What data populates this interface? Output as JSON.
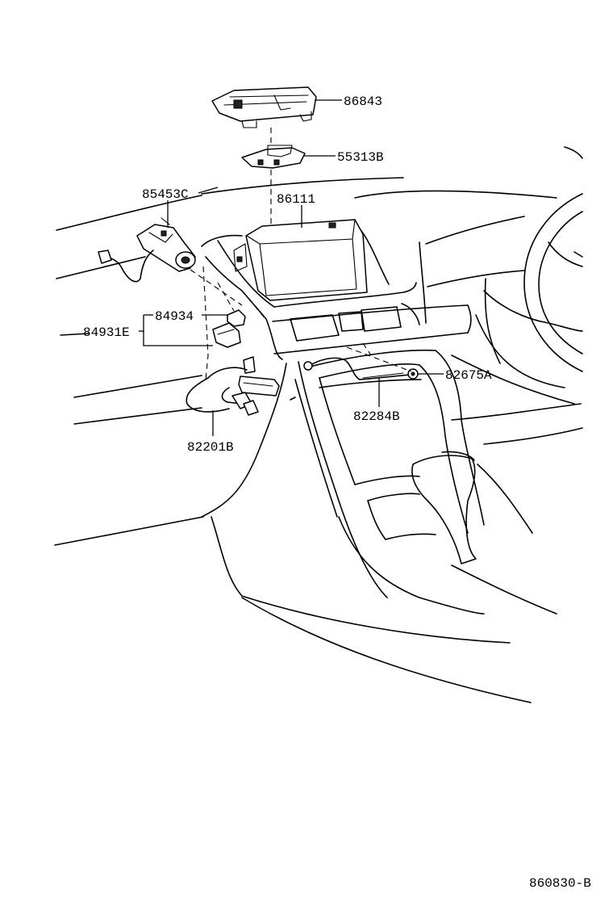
{
  "labels": {
    "p86843": "86843",
    "p55313B": "55313B",
    "p85453C": "85453C",
    "p86111": "86111",
    "p84934": "84934",
    "p84931E": "84931E",
    "p82675A": "82675A",
    "p82284B": "82284B",
    "p82201B": "82201B"
  },
  "figure_code": "860830-B"
}
